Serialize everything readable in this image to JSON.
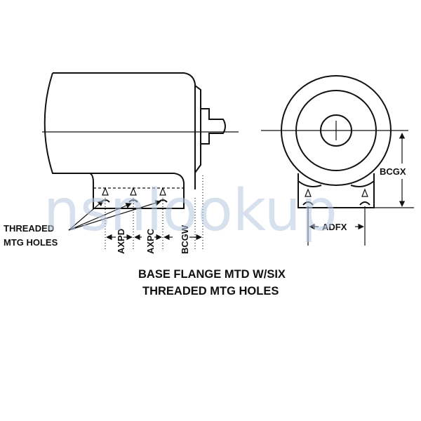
{
  "dimensions": {
    "axpd": "AXPD",
    "axpc": "AXPC",
    "bcgw": "BCGW",
    "bcgx": "BCGX",
    "adfx": "ADFX"
  },
  "callout": {
    "line1": "THREADED",
    "line2": "MTG HOLES"
  },
  "caption": {
    "line1": "BASE FLANGE MTD W/SIX",
    "line2": "THREADED MTG HOLES"
  },
  "watermark": "nsnlookup",
  "colors": {
    "ink": "#111111",
    "watermark": "#b7c7df",
    "callout_accent": "#e07020"
  }
}
